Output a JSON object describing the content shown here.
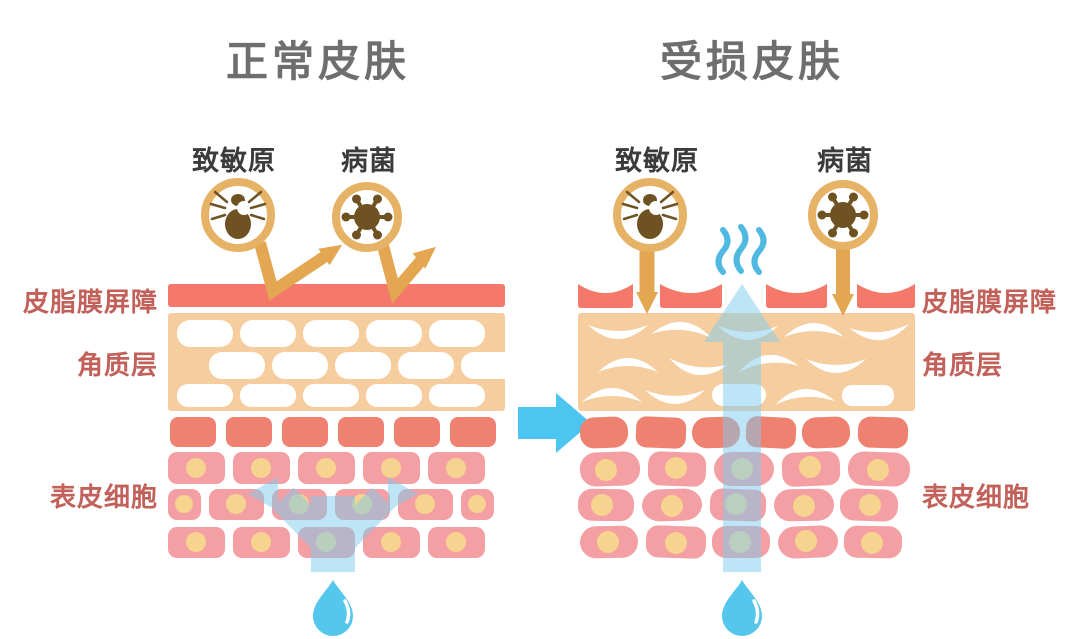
{
  "left_panel": {
    "title": "正常皮肤",
    "allergen_label": "致敏原",
    "germ_label": "病菌",
    "layer_labels": {
      "barrier": "皮脂膜屏障",
      "stratum": "角质层",
      "epidermis": "表皮细胞"
    }
  },
  "right_panel": {
    "title": "受损皮肤",
    "allergen_label": "致敏原",
    "germ_label": "病菌",
    "layer_labels": {
      "barrier": "皮脂膜屏障",
      "stratum": "角质层",
      "epidermis": "表皮细胞"
    }
  },
  "icons": {
    "allergen": "mite-icon",
    "germ": "bacteria-icon",
    "water": "water-droplet-icon",
    "transition": "right-arrow-icon",
    "evaporation": "steam-icon",
    "deflection": "bounce-arrow-icon",
    "penetration": "down-arrow-icon"
  },
  "palette": {
    "title_text": "#6e6e6e",
    "organism_text": "#3b3b3b",
    "layer_text": "#c2605a",
    "barrier_salmon": "#f4796b",
    "stratum_tan": "#f5cd9e",
    "brick_white": "#ffffff",
    "cell_dark": "#ef8170",
    "cell_pink": "#f49fa3",
    "nucleus_yellow": "#f6d38e",
    "gold": "#e2a750",
    "gold_ring": "#e6b266",
    "brown_dark": "#6e5222",
    "arrow_blue": "#4cc5f0",
    "moisture_blue": "#7eccef",
    "droplet_blue": "#55c7ec",
    "steam_blue": "#4fb9e2"
  }
}
